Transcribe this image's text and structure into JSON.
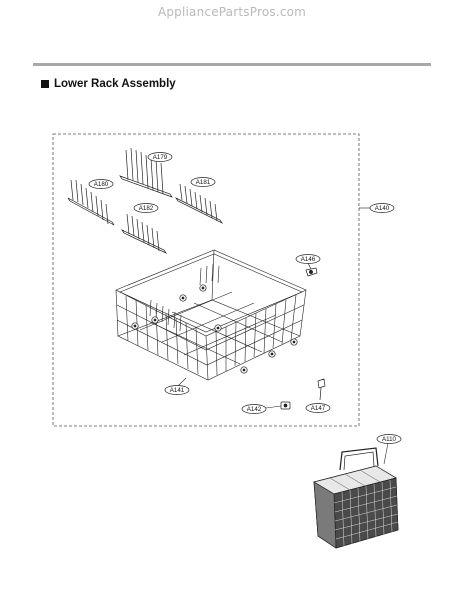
{
  "watermark": "AppliancePartsPros.com",
  "section": {
    "title": "Lower Rack Assembly"
  },
  "callouts": {
    "a179": "A179",
    "a180": "A180",
    "a181": "A181",
    "a182": "A182",
    "a140": "A140",
    "a146": "A146",
    "a141": "A141",
    "a142": "A142",
    "a147": "A147",
    "a110": "A110"
  },
  "colors": {
    "line": "#222222",
    "dashed_border": "#555555",
    "rule": "#a8a8a8",
    "watermark": "#b9b9b9"
  }
}
